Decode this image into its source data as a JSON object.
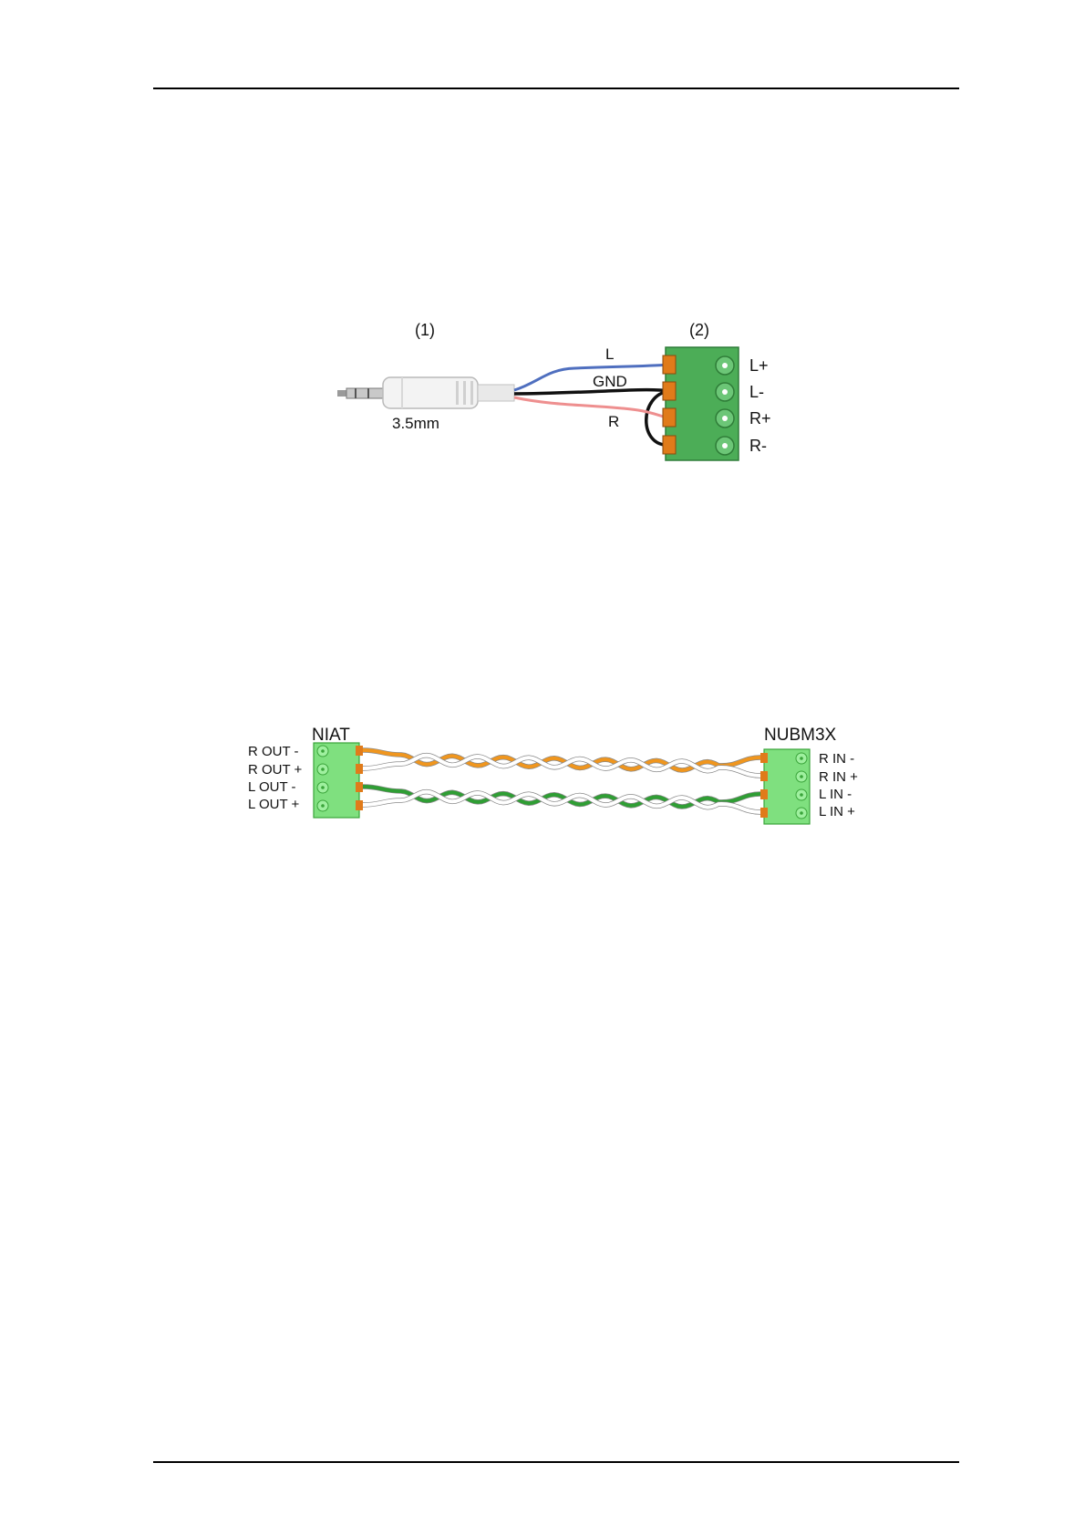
{
  "diagram1": {
    "callout_plug": "(1)",
    "callout_block": "(2)",
    "plug_size": "3.5mm",
    "wires": {
      "left": "L",
      "ground": "GND",
      "right": "R"
    },
    "terminals": [
      "L+",
      "L-",
      "R+",
      "R-"
    ],
    "colors": {
      "left_wire": "#4f6fbf",
      "ground_wire": "#111111",
      "right_wire": "#ee8f8f",
      "block": "#4cad57",
      "pin": "#e07b1a"
    }
  },
  "diagram2": {
    "source_name": "NIAT",
    "dest_name": "NUBM3X",
    "source_pins": [
      "R OUT -",
      "R OUT +",
      "L OUT -",
      "L OUT +"
    ],
    "dest_pins": [
      "R IN -",
      "R IN +",
      "L IN -",
      "L IN +"
    ],
    "colors": {
      "right_pair": "#f0961e",
      "left_pair": "#2f9e34",
      "block": "#7fe07f",
      "pin": "#e07b1a"
    }
  }
}
